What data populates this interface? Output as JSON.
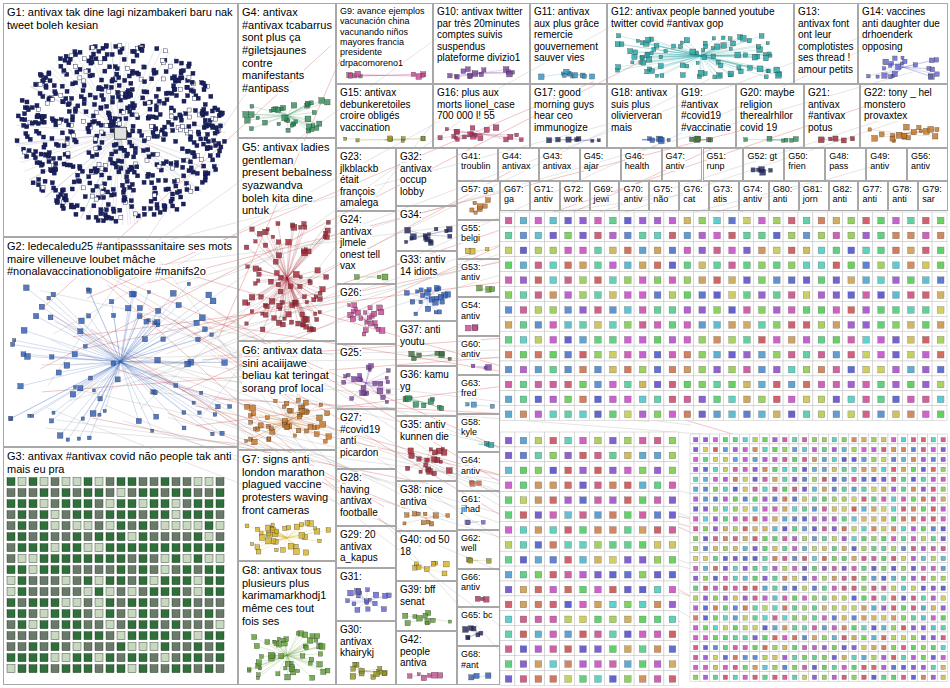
{
  "diagram": {
    "nodes": [
      {
        "text": [
          "G1: antivax tak dine lagi nizambakeri baru nak tweet boleh kesian"
        ]
      },
      {
        "text": [
          "G2: ledecaledu25 #antipasssanitaire ses mots maire villeneuve loubet mâche #nonalavaccinationobligatoire #manifs2o"
        ]
      },
      {
        "text": [
          "G3: antivax #antivax covid não people tak anti mais eu pra"
        ]
      },
      {
        "text": [
          "G4: antivax #antivax tcabarrus sont plus ça #giletsjaunes contre manifestants #antipass"
        ]
      },
      {
        "text": [
          "G5: antivax ladies gentleman present bebalness syazwandva boleh kita dine untuk"
        ]
      },
      {
        "text": [
          "G6: antivax data sini acaiijawe beliau kat teringat sorang prof local"
        ]
      },
      {
        "text": [
          "G7: signs anti london marathon plagued vaccine protesters waving front cameras"
        ]
      },
      {
        "text": [
          "G8: antivax tous plusieurs plus karimamarkhodj1 même ces tout fois ses"
        ]
      },
      {
        "text": [
          "G9: avance ejemplos vacunación china vacunando niños mayores francia presidente drpacomoreno1"
        ]
      },
      {
        "text": [
          "G10: antivax twitter par très 20minutes comptes suivis suspendus plateforme divizio1"
        ]
      },
      {
        "text": [
          "G11: antivax aux plus grâce remercie gouvernement sauver vies"
        ]
      },
      {
        "text": [
          "G12: antivax people banned youtube twitter covid #antivax gop"
        ]
      },
      {
        "text": [
          "G13: antivax font ont leur complotistes ses thread ! amour petits"
        ]
      },
      {
        "text": [
          "G14: vaccines anti daughter due drhoenderk opposing"
        ]
      },
      {
        "text": [
          "G15: antivax debunkeretoiles croire obligés vaccination"
        ]
      },
      {
        "text": [
          "G16: plus aux morts lionel_case 700 000 l! 55"
        ]
      },
      {
        "text": [
          "G17: good morning guys hear ceo immunogize"
        ]
      },
      {
        "text": [
          "G18: antivax suis plus olivierveran mais"
        ]
      },
      {
        "text": [
          "G19: #antivax #covid19 #vaccinatie"
        ]
      },
      {
        "text": [
          "G20: maybe religion therealrhllor covid 19"
        ]
      },
      {
        "text": [
          "G21: antivax #antivax potus"
        ]
      },
      {
        "text": [
          "G22: tony _ hel monstero provaxtex"
        ]
      },
      {
        "text": [
          "G23: jlkblackb était françois amalega"
        ]
      },
      {
        "text": [
          "G24: antivax jlmele onest tell vax"
        ]
      },
      {
        "text": [
          "G26:"
        ]
      },
      {
        "text": [
          "G25:"
        ]
      },
      {
        "text": [
          "G27: #covid19 anti picardon"
        ]
      },
      {
        "text": [
          "G28: having antivax footballe"
        ]
      },
      {
        "text": [
          "G29: 20 antivax a_kapus"
        ]
      },
      {
        "text": [
          "G31:"
        ]
      },
      {
        "text": [
          "G30: antivax khairykj"
        ]
      },
      {
        "text": [
          "G32: antivax occup lobby"
        ]
      },
      {
        "text": [
          "G34:"
        ]
      },
      {
        "text": [
          "G33: antiv 14 idiots"
        ]
      },
      {
        "text": [
          "G37: anti youtu"
        ]
      },
      {
        "text": [
          "G36: kamu yg"
        ]
      },
      {
        "text": [
          "G35: antiv kunnen die"
        ]
      },
      {
        "text": [
          "G38: nice antiva"
        ]
      },
      {
        "text": [
          "G40: od 50 18"
        ]
      },
      {
        "text": [
          "G39: bff senat"
        ]
      },
      {
        "text": [
          "G42: people antiva"
        ]
      },
      {
        "text": [
          "G41: troublin"
        ]
      },
      {
        "text": [
          "G44: antivax"
        ]
      },
      {
        "text": [
          "G43: antivax"
        ]
      },
      {
        "text": [
          "G45: ajar"
        ]
      },
      {
        "text": [
          "G46: health"
        ]
      },
      {
        "text": [
          "G47: antiv"
        ]
      },
      {
        "text": [
          "G51: runp"
        ]
      },
      {
        "text": [
          "G52: gt"
        ]
      },
      {
        "text": [
          "G50: frien"
        ]
      },
      {
        "text": [
          "G48: pass"
        ]
      },
      {
        "text": [
          "G49: antiv"
        ]
      },
      {
        "text": [
          "G56: antiv"
        ]
      },
      {
        "text": [
          "G57: ga"
        ]
      },
      {
        "text": [
          "G55: belgi"
        ]
      },
      {
        "text": [
          "G53: antiv"
        ]
      },
      {
        "text": [
          "G54: antiv"
        ]
      },
      {
        "text": [
          "G60: antiv"
        ]
      },
      {
        "text": [
          "G63: fred"
        ]
      },
      {
        "text": [
          "G58: kyle"
        ]
      },
      {
        "text": [
          "G64: antiv"
        ]
      },
      {
        "text": [
          "G61: jihad"
        ]
      },
      {
        "text": [
          "G62: well"
        ]
      },
      {
        "text": [
          "G66: antiv"
        ]
      },
      {
        "text": [
          "G65: bc"
        ]
      },
      {
        "text": [
          "G68: #ant"
        ]
      },
      {
        "text": [
          "G67: ga"
        ]
      },
      {
        "text": [
          "G71: antiv"
        ]
      },
      {
        "text": [
          "G72: work"
        ]
      },
      {
        "text": [
          "G69: jewi"
        ]
      },
      {
        "text": [
          "G70: antiv"
        ]
      },
      {
        "text": [
          "G75: não"
        ]
      },
      {
        "text": [
          "G76: cat"
        ]
      },
      {
        "text": [
          "G73: atis"
        ]
      },
      {
        "text": [
          "G74: antiv"
        ]
      },
      {
        "text": [
          "G80: anti"
        ]
      },
      {
        "text": [
          "G81: jorn"
        ]
      },
      {
        "text": [
          "G82: anti"
        ]
      },
      {
        "text": [
          "G77: anti"
        ]
      },
      {
        "text": [
          "G78: anti"
        ]
      },
      {
        "text": [
          "G79: sar"
        ]
      }
    ]
  }
}
